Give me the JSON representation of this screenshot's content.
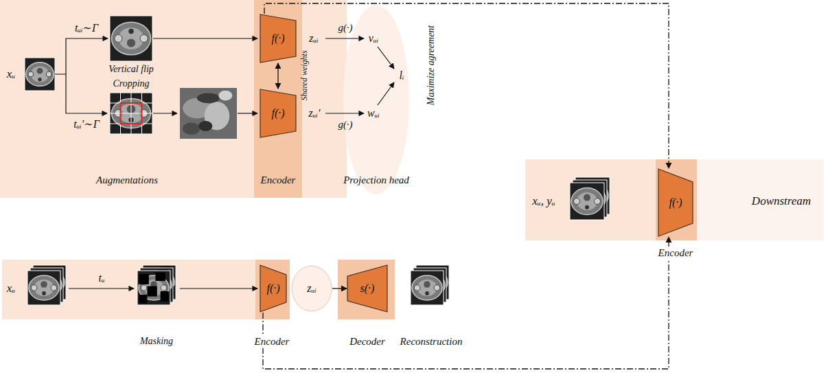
{
  "diagram": {
    "nodes": [
      {
        "text": [
          "f(·)"
        ]
      },
      {
        "text": [
          "f(·)"
        ]
      },
      {
        "text": [
          "f(·)"
        ]
      },
      {
        "text": [
          "zᵤᵢ"
        ]
      },
      {
        "text": [
          "s(·)"
        ]
      },
      {
        "text": [
          "f(·)"
        ]
      }
    ],
    "edges": [
      {
        "from": 0,
        "to": 1,
        "arrow": "both"
      },
      {
        "from": 3,
        "to": 4,
        "arrow": "to"
      },
      {
        "from": 0,
        "to": 5,
        "arrow": "to"
      },
      {
        "from": 2,
        "to": 5,
        "arrow": "to"
      }
    ],
    "labels": [
      "xᵤ",
      "tᵤᵢ∼Γ",
      "tᵤᵢ′∼Γ",
      "Vertical flip",
      "Cropping",
      "Augmentations",
      "Shared weights",
      "zᵤᵢ",
      "zᵤᵢ′",
      "g(·)",
      "g(·)",
      "vᵤᵢ",
      "wᵤᵢ",
      "lᵢ",
      "Maximize agreement",
      "Encoder",
      "Projection head",
      "xᵤ",
      "tᵤ",
      "Masking",
      "Encoder",
      "Decoder",
      "Reconstruction",
      "xᵤ, yᵤ",
      "Downstream",
      "Encoder"
    ]
  }
}
